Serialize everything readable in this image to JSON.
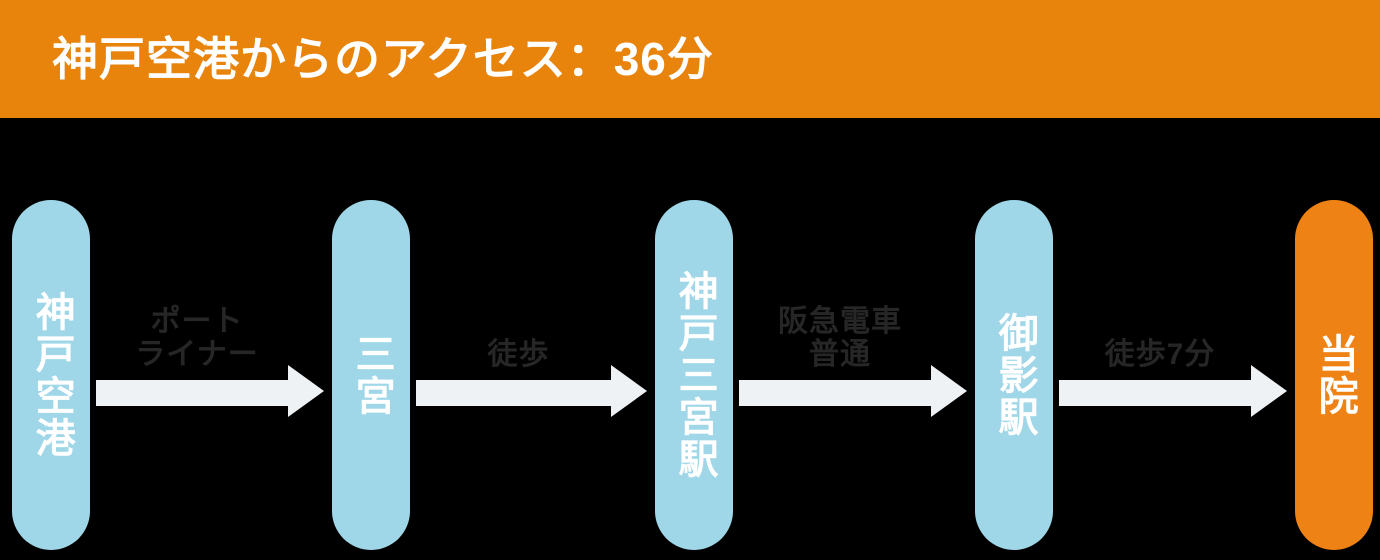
{
  "header": {
    "title": "神戸空港からのアクセス：36分",
    "background_color": "#e8830c",
    "text_color": "#ffffff"
  },
  "colors": {
    "page_background": "#000000",
    "station_blue": "#9fd7e8",
    "station_orange": "#ef8214",
    "arrow": "#eff2f4",
    "connector_text": "#262626"
  },
  "route": {
    "stations": [
      {
        "label": "神戸空港",
        "style": "blue"
      },
      {
        "label": "三宮",
        "style": "blue"
      },
      {
        "label": "神戸三宮駅",
        "style": "blue"
      },
      {
        "label": "御影駅",
        "style": "blue"
      },
      {
        "label": "当院",
        "style": "orange"
      }
    ],
    "connectors": [
      {
        "label": "ポート\nライナー",
        "icon": "arrow-right-icon"
      },
      {
        "label": "徒歩",
        "icon": "arrow-right-icon"
      },
      {
        "label": "阪急電車\n普通",
        "icon": "arrow-right-icon"
      },
      {
        "label": "徒歩7分",
        "icon": "arrow-right-icon"
      }
    ]
  }
}
